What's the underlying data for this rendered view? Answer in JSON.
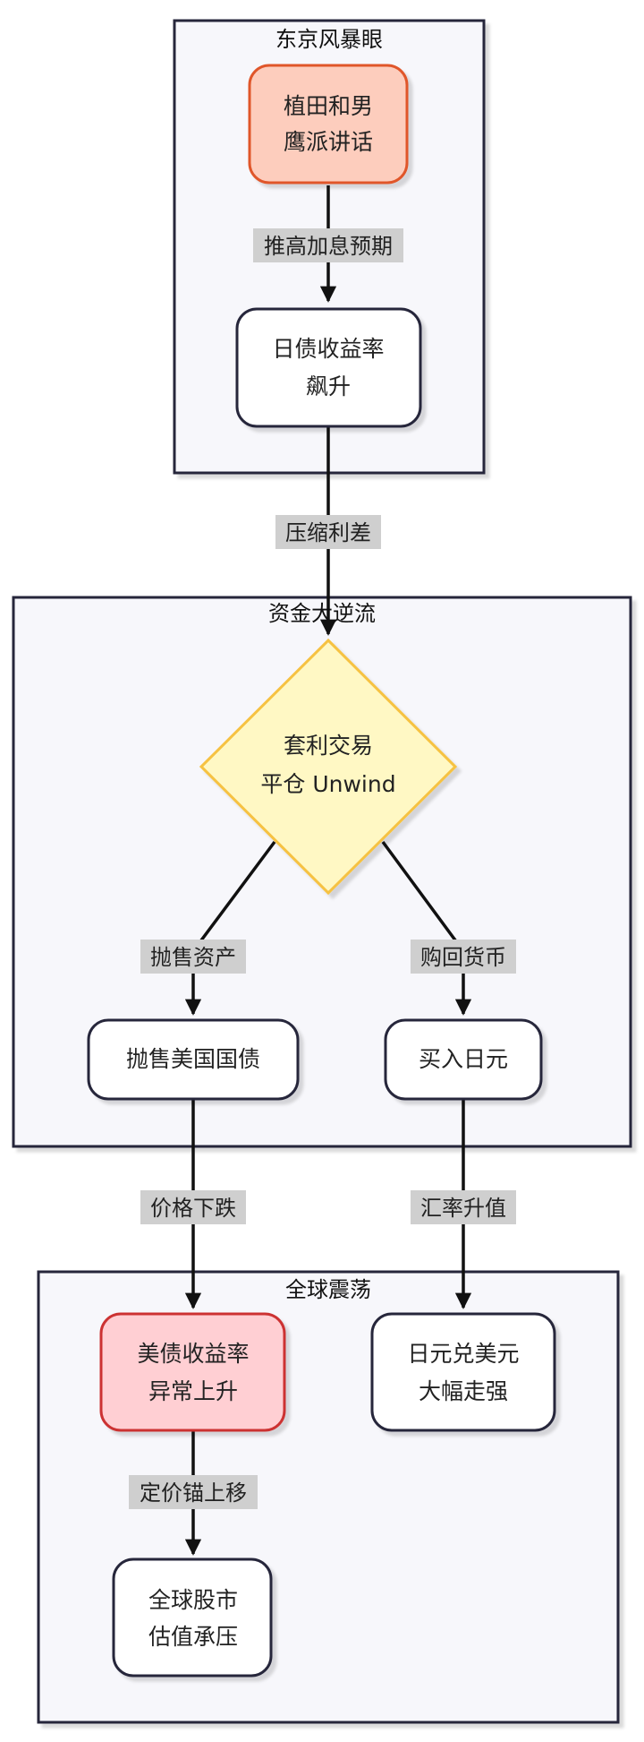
{
  "colors": {
    "cluster_fill": "#f7f7fb",
    "cluster_stroke": "#25253a",
    "node_fill": "#ffffff",
    "node_stroke": "#25253a",
    "hawkish_fill": "#fdcdbd",
    "hawkish_stroke": "#e0562b",
    "decision_fill": "#fff8c4",
    "decision_stroke": "#f6c242",
    "alert_fill": "#ffcfd3",
    "alert_stroke": "#cc3333",
    "edge": "#111111",
    "edge_label_bg": "#cfcfcf"
  },
  "clusters": {
    "tokyo": {
      "title": "东京风暴眼"
    },
    "capital": {
      "title": "资金大逆流"
    },
    "global": {
      "title": "全球震荡"
    }
  },
  "nodes": {
    "ueda": {
      "line1": "植田和男",
      "line2": "鹰派讲话"
    },
    "jgb": {
      "line1": "日债收益率",
      "line2": "飙升"
    },
    "unwind": {
      "line1": "套利交易",
      "line2": "平仓 Unwind"
    },
    "sell_ust": {
      "line1": "抛售美国国债"
    },
    "buy_jpy": {
      "line1": "买入日元"
    },
    "ust_yield": {
      "line1": "美债收益率",
      "line2": "异常上升"
    },
    "jpy_usd": {
      "line1": "日元兑美元",
      "line2": "大幅走强"
    },
    "equities": {
      "line1": "全球股市",
      "line2": "估值承压"
    }
  },
  "edges": {
    "e1": "推高加息预期",
    "e2": "压缩利差",
    "e3": "抛售资产",
    "e4": "购回货币",
    "e5": "价格下跌",
    "e6": "汇率升值",
    "e7": "定价锚上移"
  }
}
